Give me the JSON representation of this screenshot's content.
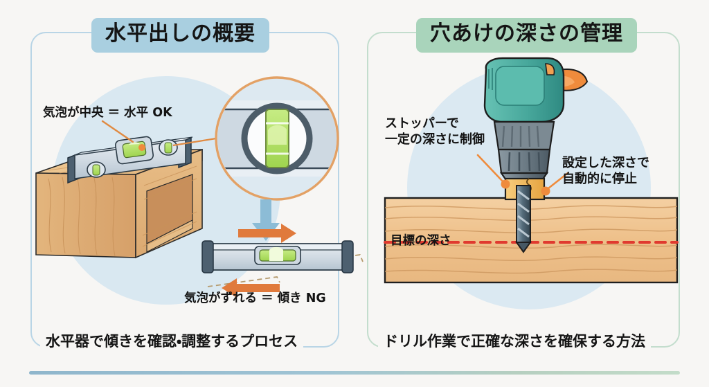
{
  "page": {
    "background_color": "#f7f6f4",
    "accent_bar": {
      "start_color": "#8fb6cc",
      "end_color": "#c3dcc9"
    }
  },
  "panels": [
    {
      "id": "leveling",
      "title": "水平出しの概要",
      "title_badge_color": "#a9cfe0",
      "border_color": "#b9d5e6",
      "caption": "水平器で傾きを確認・調整するプロセス",
      "labels": {
        "bubble_ok": "気泡が中央 ＝ 水平 OK",
        "bubble_ng": "気泡がずれる ＝ 傾き NG"
      },
      "illustration": {
        "objects": [
          "spirit-level",
          "wooden-box",
          "magnifier-circle",
          "tilted-level"
        ],
        "bubble_color": "#a8dd5e",
        "magnifier_ring_color": "#e08a42",
        "arrow_down_color": "#8cbcd6",
        "tilt_arrow_color": "#e07a3c",
        "wood_color": "#e3b277"
      }
    },
    {
      "id": "drill-depth",
      "title": "穴あけの深さの管理",
      "title_badge_color": "#a9d4bb",
      "border_color": "#c3ddcd",
      "caption": "ドリル作業で正確な深さを確保する方法",
      "labels": {
        "stopper": "ストッパーで\n一定の深さに制御",
        "auto_stop": "設定した深さで\n自動的に停止",
        "target_depth": "目標の深さ"
      },
      "illustration": {
        "objects": [
          "power-drill",
          "drill-bit",
          "stopper-collar",
          "wood-board",
          "target-depth-line"
        ],
        "drill_body_color": "#57b2a6",
        "drill_accent_color": "#ef8b3c",
        "chuck_color": "#6f7f88",
        "board_color": "#f0c693",
        "stopper_color": "#f0b757",
        "target_line_color": "#e03a2f",
        "leader_dot_color": "#ef8b3c"
      }
    }
  ]
}
